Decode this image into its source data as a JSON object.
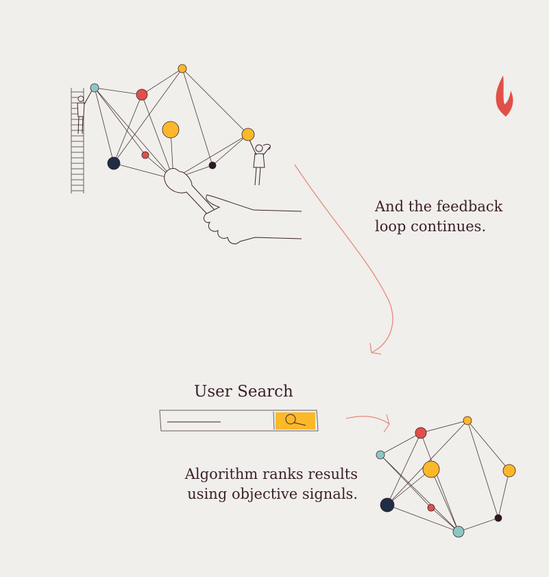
{
  "caption_feedback": [
    "And the feedback",
    "loop continues."
  ],
  "search_title": "User Search",
  "caption_algorithm": [
    "Algorithm ranks results",
    "using objective signals."
  ],
  "colors": {
    "teal": "#8cc7c5",
    "red": "#e05048",
    "yellow": "#fbb829",
    "navy": "#1f2d45",
    "dark": "#2c1a22",
    "accent": "#e8877a",
    "background": "#f0efeb"
  },
  "icons": [
    "logo-flame-icon",
    "search-icon",
    "arrow-icon",
    "wrench-icon",
    "hand-icon",
    "ladder-icon",
    "person-icon"
  ]
}
